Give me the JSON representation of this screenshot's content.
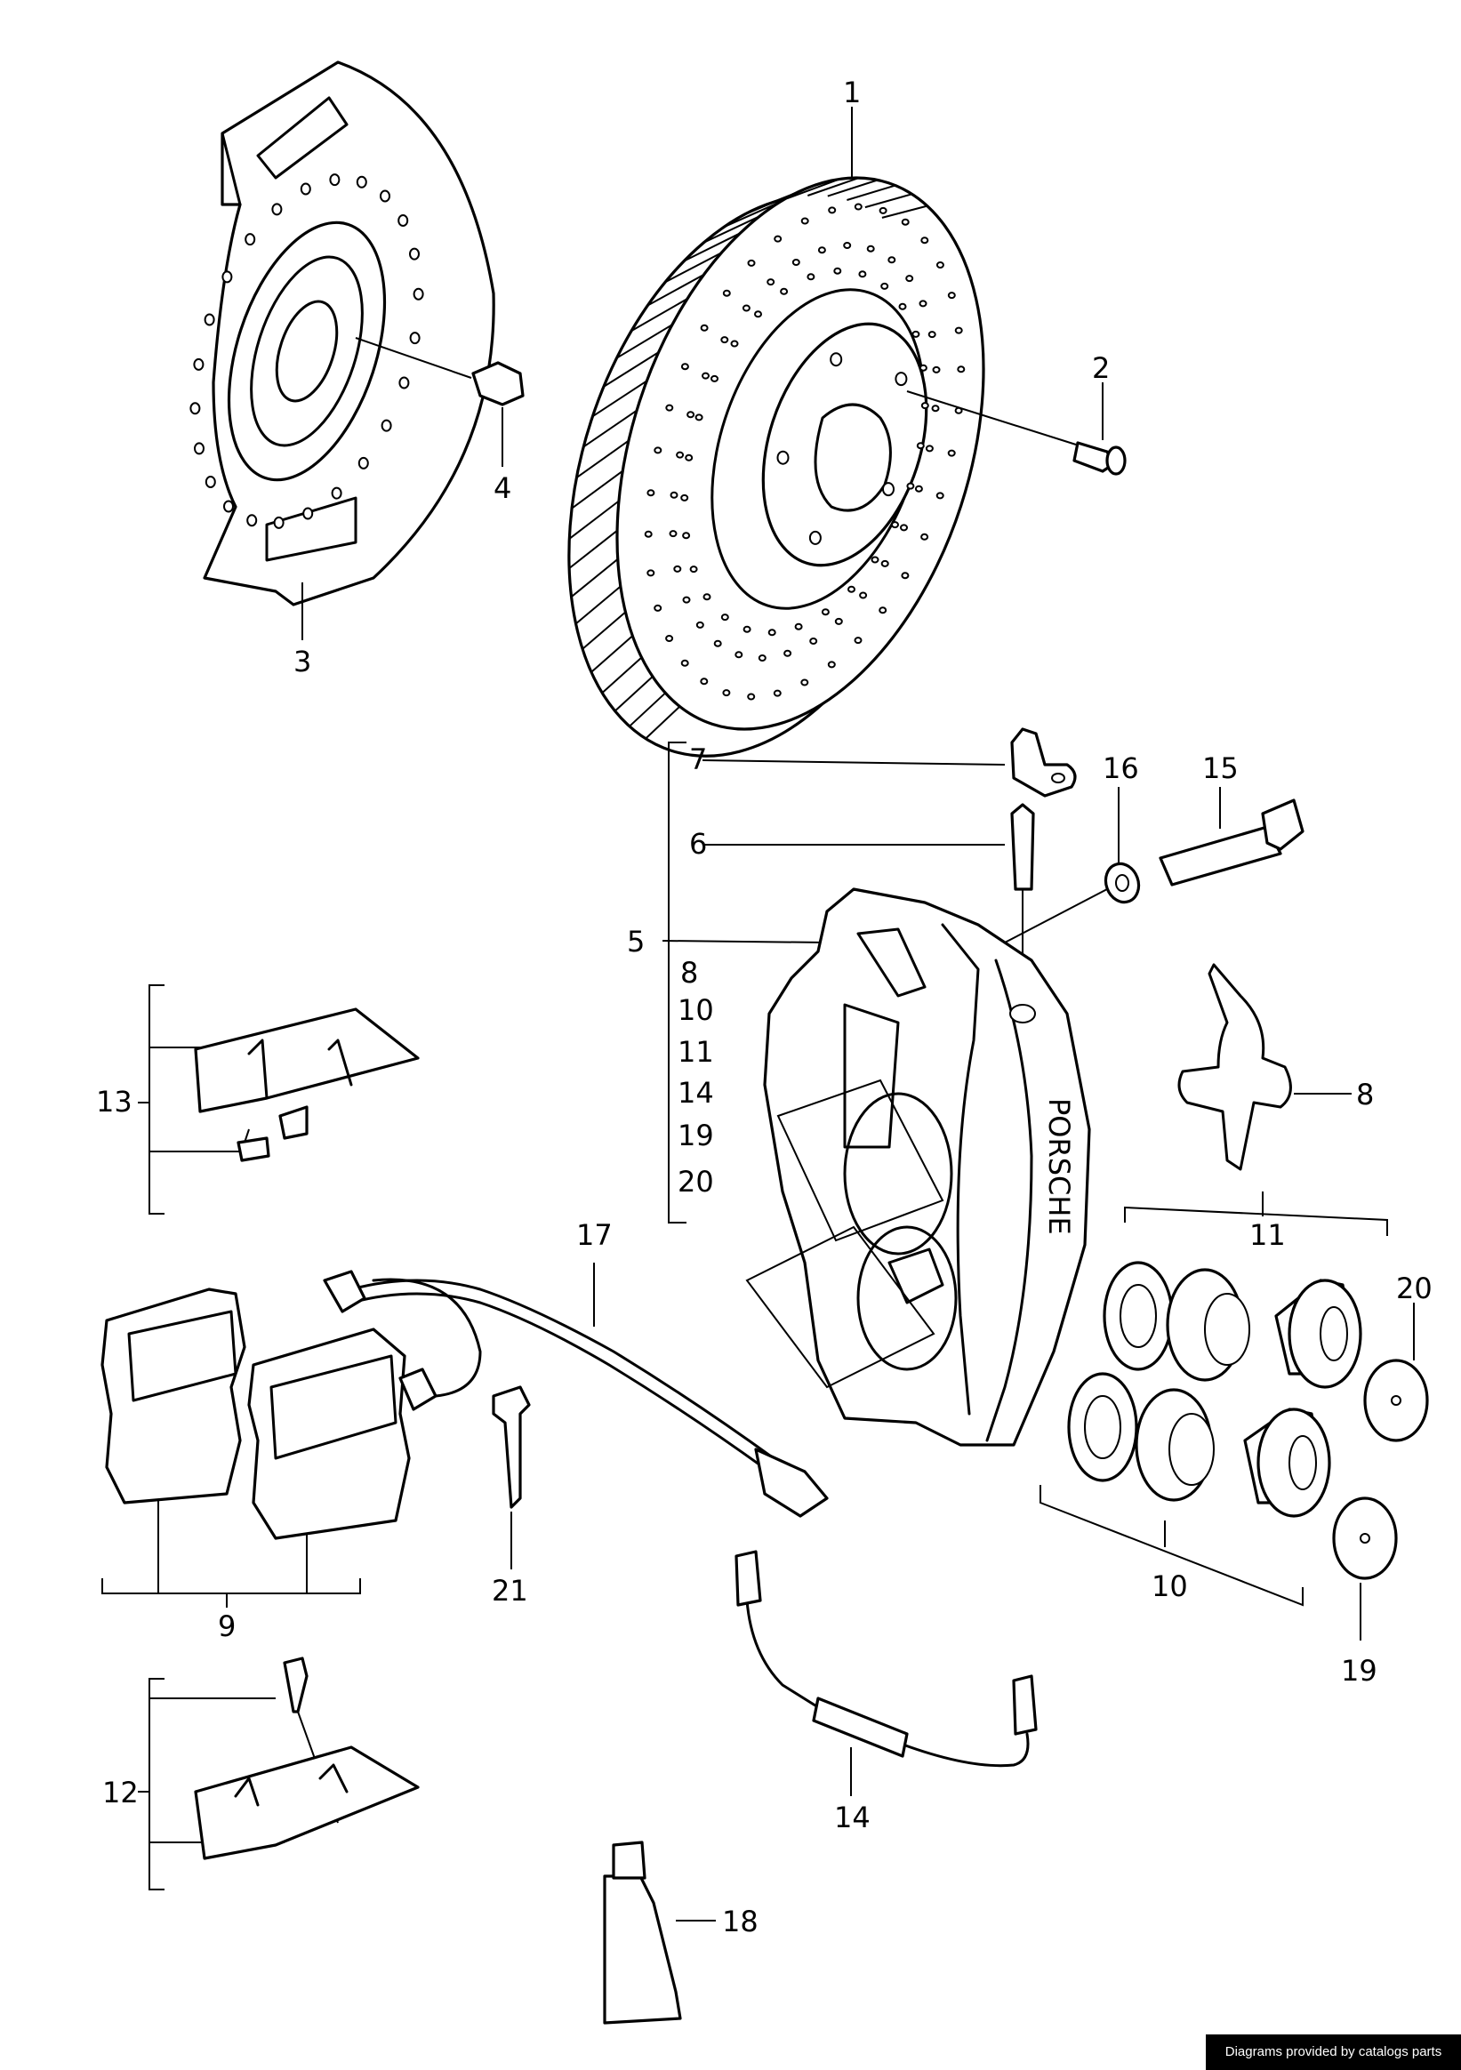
{
  "diagram": {
    "callouts": {
      "c1": "1",
      "c2": "2",
      "c3": "3",
      "c4": "4",
      "c5": "5",
      "c6": "6",
      "c7": "7",
      "c8": "8",
      "c9": "9",
      "c10": "10",
      "c11": "11",
      "c12": "12",
      "c13": "13",
      "c14": "14",
      "c15": "15",
      "c16": "16",
      "c17": "17",
      "c18": "18",
      "c19": "19",
      "c20": "20",
      "c21": "21"
    },
    "group5_list": [
      "8",
      "10",
      "11",
      "14",
      "19",
      "20"
    ],
    "caliper_lettering": "PORSCHE"
  },
  "credit": "Diagrams provided by catalogs parts"
}
